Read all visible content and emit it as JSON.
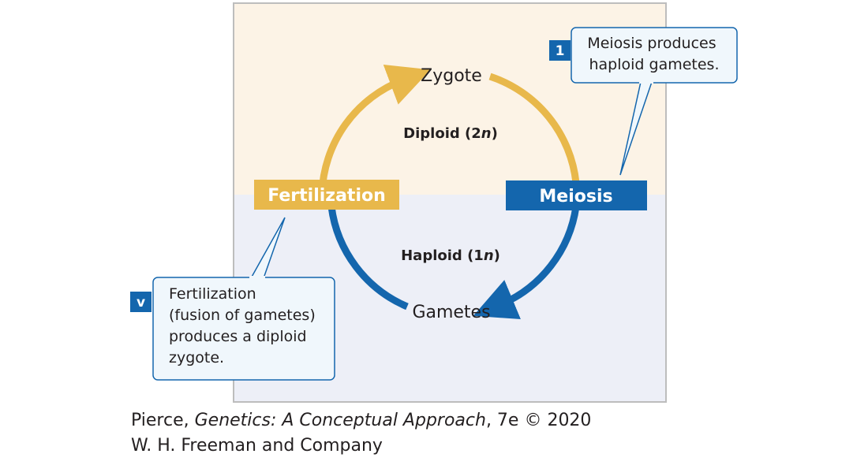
{
  "colors": {
    "diploid_background": "#fcf3e6",
    "haploid_background": "#edeff7",
    "frame_border": "#bdbdbd",
    "fertilization": "#e8b84b",
    "meiosis": "#1466ad",
    "callout_fill": "#f0f7fc",
    "callout_border": "#1466ad",
    "text": "#231f20"
  },
  "diagram": {
    "stages": {
      "zygote": "Zygote",
      "gametes": "Gametes"
    },
    "phases": {
      "diploid": {
        "label": "Diploid (2",
        "italic": "n",
        "close": ")"
      },
      "haploid": {
        "label": "Haploid (1",
        "italic": "n",
        "close": ")"
      }
    },
    "processes": {
      "fertilization": "Fertilization",
      "meiosis": "Meiosis"
    },
    "callouts": [
      {
        "number": "1",
        "lines": [
          "Meiosis produces",
          "haploid gametes."
        ]
      },
      {
        "number": "v",
        "lines": [
          "Fertilization",
          "(fusion of gametes)",
          "produces a diploid",
          "zygote."
        ]
      }
    ]
  },
  "credit": {
    "author": "Pierce, ",
    "title": "Genetics: A Conceptual Approach",
    "edition": ", 7e © 2020",
    "publisher": "W. H. Freeman and Company"
  }
}
